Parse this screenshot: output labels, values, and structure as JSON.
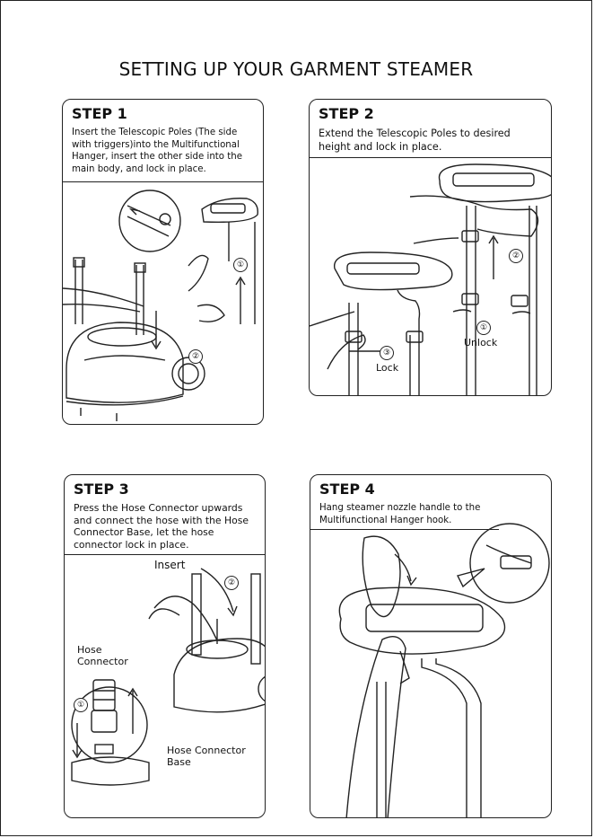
{
  "page": {
    "title": "SETTING UP YOUR GARMENT STEAMER"
  },
  "steps": [
    {
      "title": "STEP 1",
      "text": "Insert the Telescopic Poles (The side with triggers)into the Multifunctional Hanger, insert the other side into the main body, and lock in place.",
      "markers": [
        "①",
        "②"
      ]
    },
    {
      "title": "STEP 2",
      "text": "Extend the Telescopic Poles to desired height and lock in place.",
      "markers": [
        "①",
        "②",
        "③"
      ],
      "labels": {
        "unlock": "Unlock",
        "lock": "Lock"
      }
    },
    {
      "title": "STEP 3",
      "text": "Press the Hose Connector upwards and connect the hose with the Hose Connector Base, let the hose connector lock in place.",
      "markers": [
        "①",
        "②"
      ],
      "labels": {
        "insert": "Insert",
        "hose_connector": "Hose Connector",
        "hose_connector_base": "Hose Connector Base"
      }
    },
    {
      "title": "STEP 4",
      "text": "Hang steamer nozzle handle to the Multifunctional Hanger hook."
    }
  ]
}
